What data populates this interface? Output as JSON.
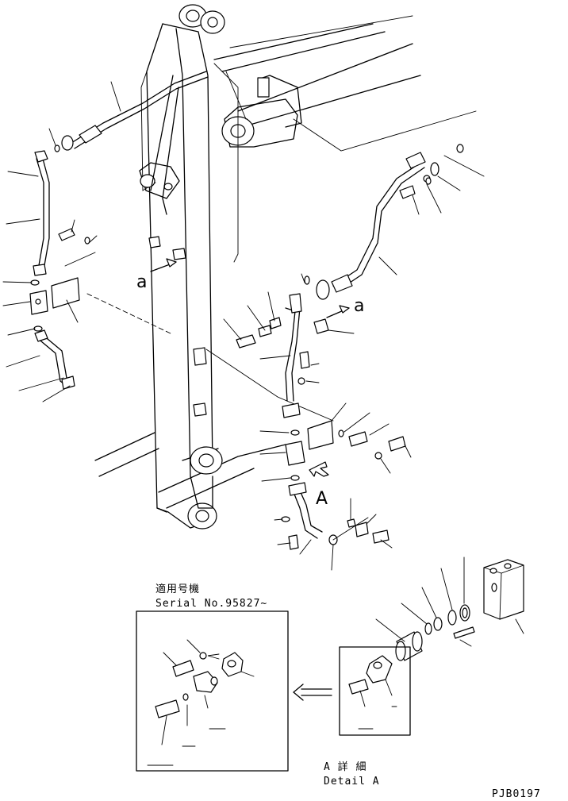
{
  "drawing_id": "PJB0197",
  "view_arrow_label": "A",
  "section_marker": "a",
  "serial_box": {
    "label_jp": "適用号機",
    "label_en": "Serial No.95827~"
  },
  "detail_caption": {
    "jp": "A 詳 細",
    "en": "Detail A"
  }
}
